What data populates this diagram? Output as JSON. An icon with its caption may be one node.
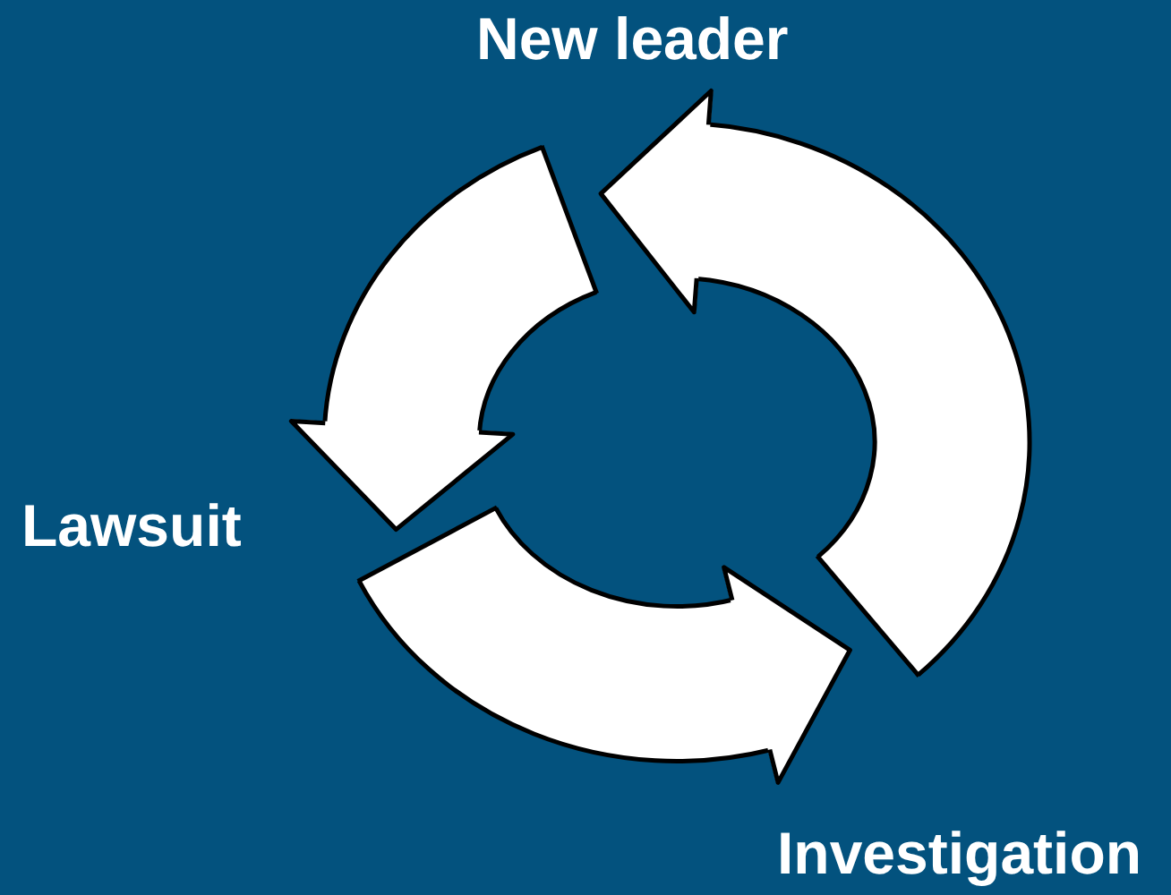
{
  "diagram": {
    "nodes": [
      {
        "text": [
          "New leader"
        ]
      },
      {
        "text": [
          "Investigation"
        ]
      },
      {
        "text": [
          "Lawsuit"
        ]
      }
    ],
    "edges": [
      {
        "from": 2,
        "to": 1,
        "arrow": "to"
      },
      {
        "from": 1,
        "to": 0,
        "arrow": "to"
      },
      {
        "from": 0,
        "to": 2,
        "arrow": "to"
      }
    ]
  }
}
